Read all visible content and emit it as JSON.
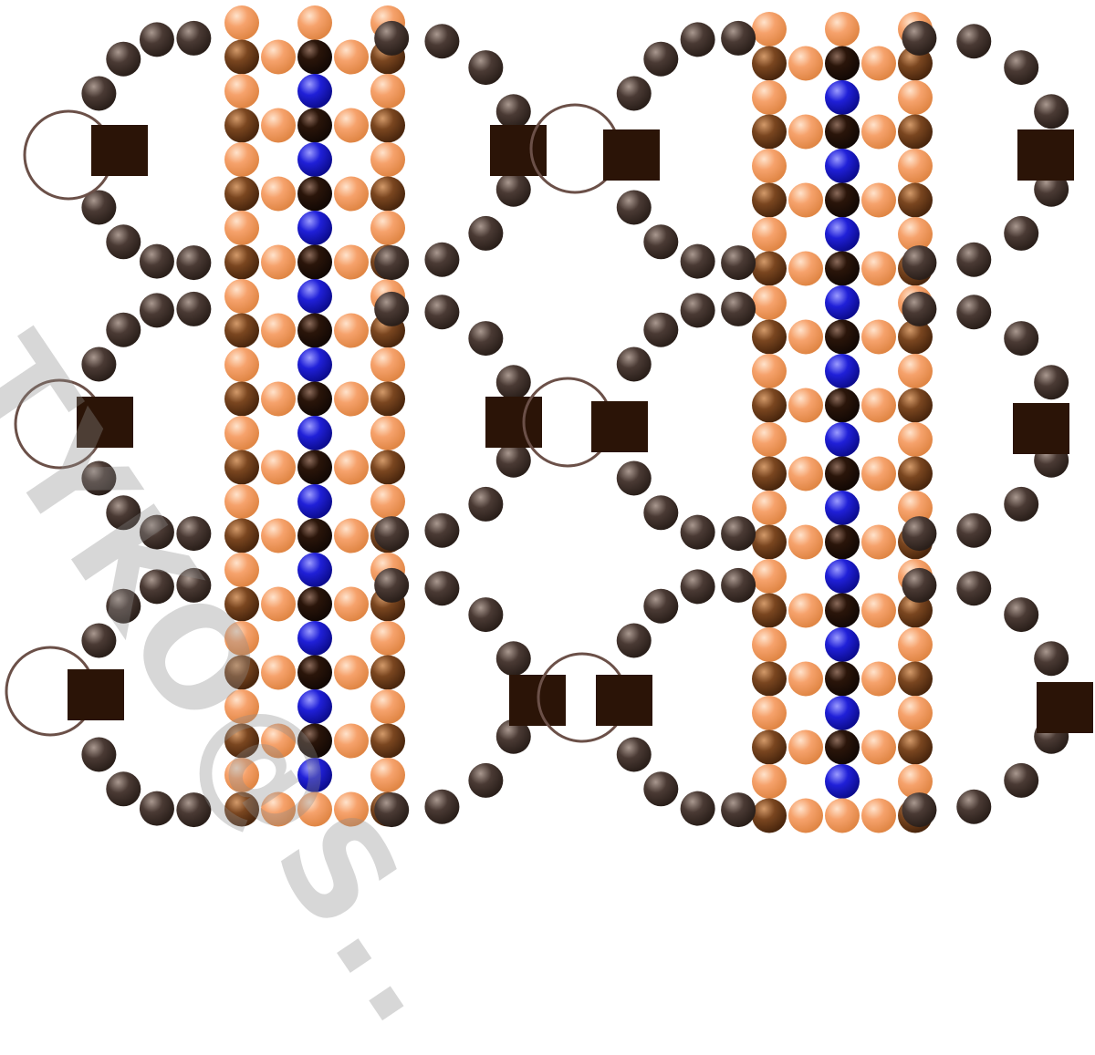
{
  "pattern": {
    "description_visible": false,
    "colors": {
      "peach": "#f6a26c",
      "brown": "#7a4620",
      "dark_bead": "#2a150a",
      "blue": "#2020d8",
      "grey_bead": "#4a3a34",
      "square": "#2b1407",
      "ring": "#6b5048"
    },
    "panels": 2,
    "rows_of_loops": 3
  },
  "watermark": {
    "text": "TYKO@S..",
    "color": "#8c8c8c"
  }
}
